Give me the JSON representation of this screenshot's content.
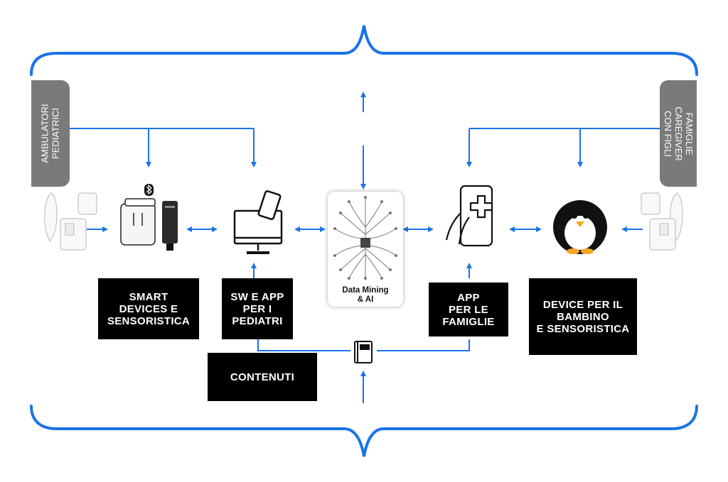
{
  "diagram": {
    "accent_color": "#1a73e8",
    "side_tab_color": "#7a7a7a",
    "left_tab_label": "AMBULATORI\nPEDIATRICI",
    "right_tab_label": "FAMIGLIE CAREGIVER\nCON FIGLI",
    "ai_label": "Data Mining\n& AI",
    "boxes": {
      "smart_devices": "SMART\nDEVICES E\nSENSORISTICA",
      "sw_app": "SW E APP\nPER I\nPEDIATRI",
      "app_famiglie": "APP\nPER LE\nFAMIGLIE",
      "device_bambino": "DEVICE PER IL\nBAMBINO\nE SENSORISTICA",
      "contenuti": "CONTENUTI"
    },
    "icons": {
      "medical_devices_left": "medical-devices-icon",
      "smart_plug": "smart-plug-icon",
      "bluetooth": "bluetooth-icon",
      "usb_stick": "usb-dongle-icon",
      "computer": "computer-monitor-icon",
      "phone": "smartphone-icon",
      "ai_tree": "neural-tree-icon",
      "health_app": "health-app-phone-icon",
      "penguin": "penguin-device-icon",
      "medical_devices_right": "medical-devices-icon",
      "book": "book-icon"
    }
  }
}
